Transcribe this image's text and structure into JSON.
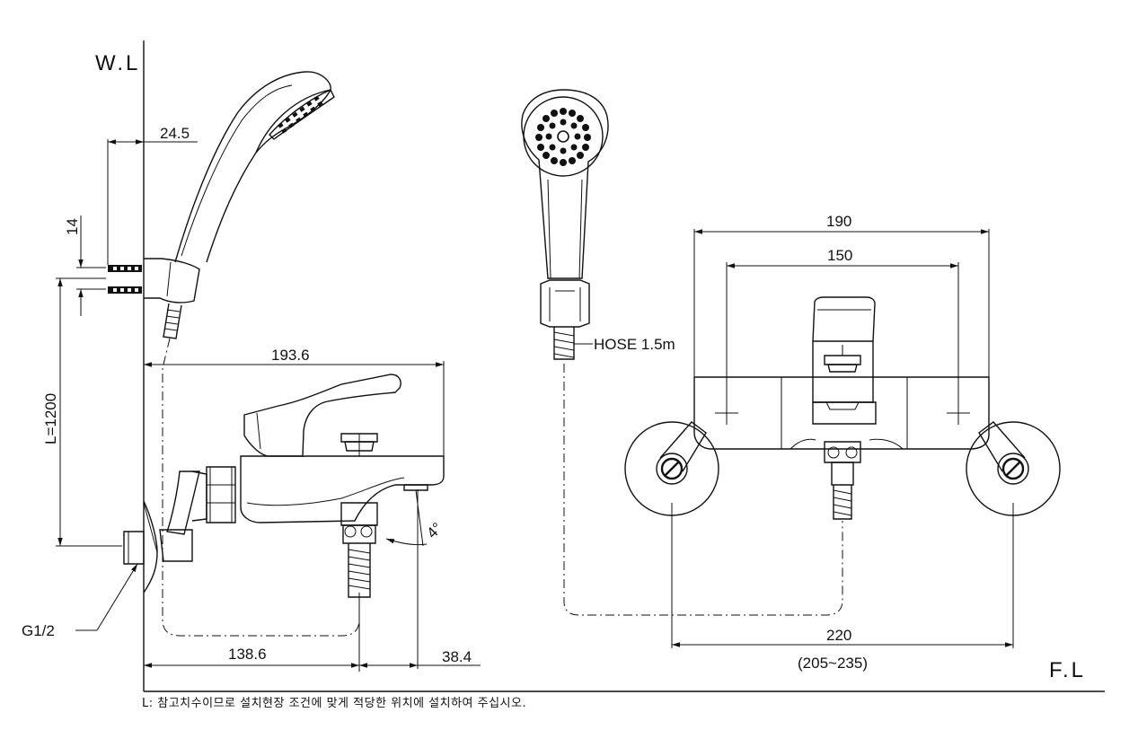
{
  "labels": {
    "wall_line": "W.L",
    "floor_line": "F.L",
    "hose": "HOSE 1.5m",
    "thread": "G1/2",
    "angle": "4°"
  },
  "dimensions": {
    "bracket_offset": "24.5",
    "bracket_pitch": "14",
    "height": "L=1200",
    "body_depth": "193.6",
    "spout_to_wall": "138.6",
    "spout_to_pipe": "38.4",
    "overall_width": "190",
    "mount_pitch": "150",
    "inlet_pitch": "220",
    "inlet_range": "(205~235)"
  },
  "note": "L:  참고치수이므로 설치현장 조건에 맞게 적당한 위치에 설치하여 주십시오."
}
